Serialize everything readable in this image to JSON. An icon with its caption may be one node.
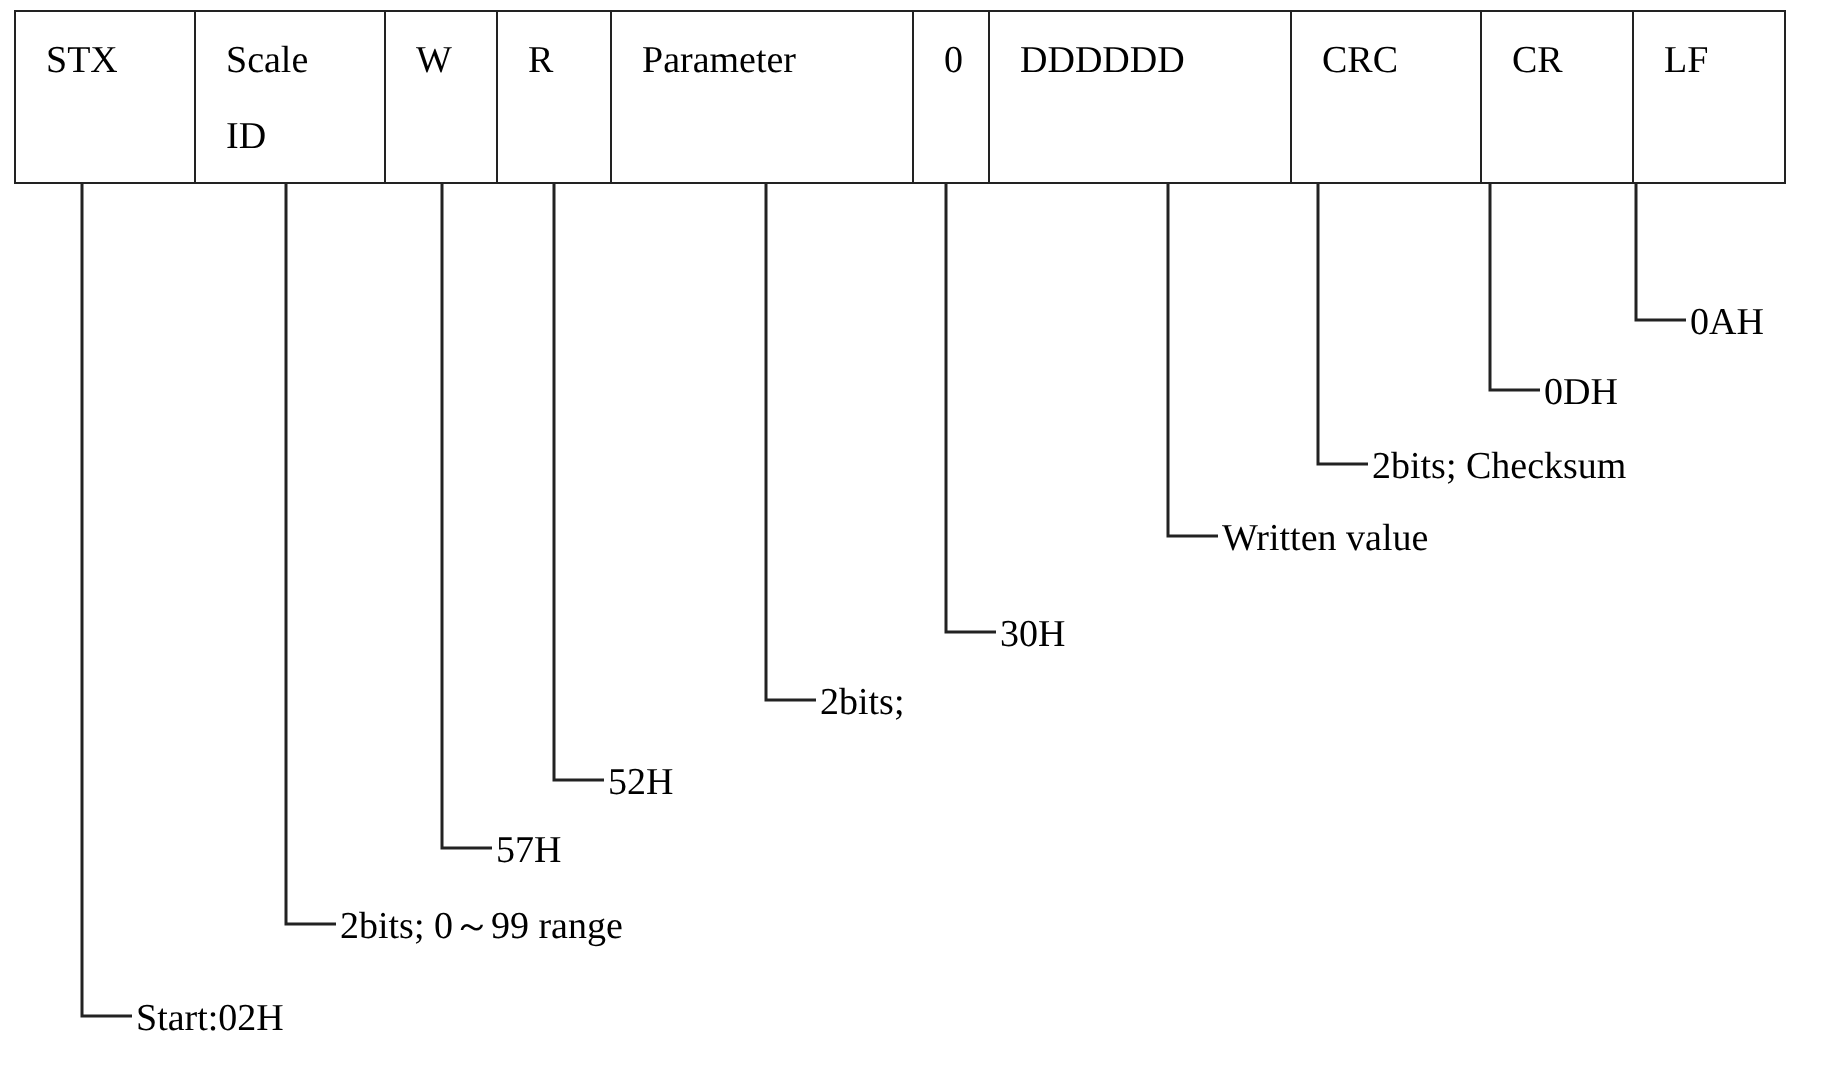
{
  "diagram": {
    "nodes": [
      {
        "text": [
          "STX"
        ]
      },
      {
        "text": [
          "Scale ID"
        ]
      },
      {
        "text": [
          "W"
        ]
      },
      {
        "text": [
          "R"
        ]
      },
      {
        "text": [
          "Parameter"
        ]
      },
      {
        "text": [
          "0"
        ]
      },
      {
        "text": [
          "DDDDDD"
        ]
      },
      {
        "text": [
          "CRC"
        ]
      },
      {
        "text": [
          "CR"
        ]
      },
      {
        "text": [
          "LF"
        ]
      },
      {
        "text": [
          "0AH"
        ]
      },
      {
        "text": [
          "0DH"
        ]
      },
      {
        "text": [
          "2bits; Checksum"
        ]
      },
      {
        "text": [
          "Written value"
        ]
      },
      {
        "text": [
          "30H"
        ]
      },
      {
        "text": [
          "2bits;"
        ]
      },
      {
        "text": [
          "52H"
        ]
      },
      {
        "text": [
          "57H"
        ]
      },
      {
        "text": [
          "2bits; 0～99 range"
        ]
      },
      {
        "text": [
          "Start:02H"
        ]
      }
    ],
    "edges": [
      {
        "from": 0,
        "to": 19,
        "arrow": "none"
      },
      {
        "from": 1,
        "to": 18,
        "arrow": "none"
      },
      {
        "from": 2,
        "to": 17,
        "arrow": "none"
      },
      {
        "from": 3,
        "to": 16,
        "arrow": "none"
      },
      {
        "from": 4,
        "to": 15,
        "arrow": "none"
      },
      {
        "from": 5,
        "to": 14,
        "arrow": "none"
      },
      {
        "from": 6,
        "to": 13,
        "arrow": "none"
      },
      {
        "from": 7,
        "to": 12,
        "arrow": "none"
      },
      {
        "from": 8,
        "to": 11,
        "arrow": "none"
      },
      {
        "from": 9,
        "to": 10,
        "arrow": "none"
      }
    ]
  }
}
